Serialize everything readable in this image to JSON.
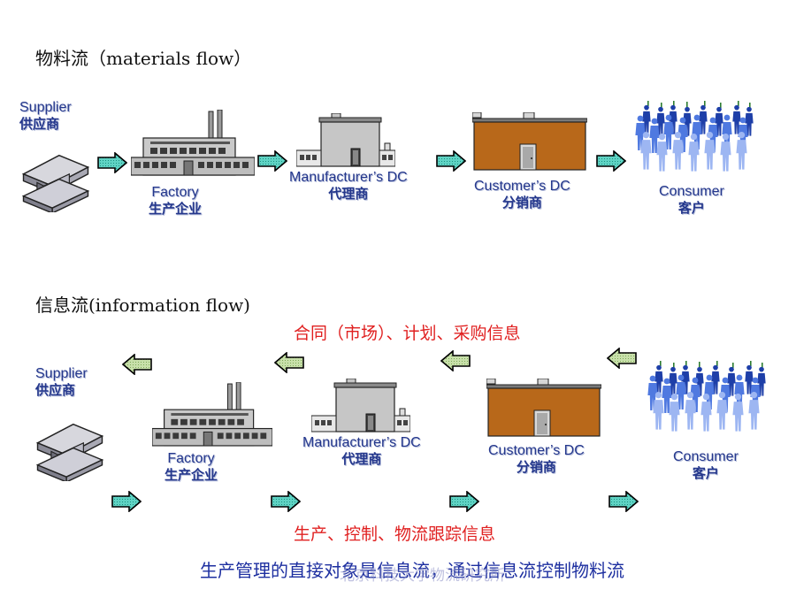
{
  "materials": {
    "heading": "物料流（materials flow）",
    "nodes": [
      {
        "en": "Supplier",
        "zh": "供应商"
      },
      {
        "en": "Factory",
        "zh": "生产企业"
      },
      {
        "en": "Manufacturer’s DC",
        "zh": "代理商"
      },
      {
        "en": "Customer’s DC",
        "zh": "分销商"
      },
      {
        "en": "Consumer",
        "zh": "客户"
      }
    ]
  },
  "information": {
    "heading": "信息流(information flow)",
    "upstream_label": "合同（市场）、计划、采购信息",
    "downstream_label": "生产、控制、物流跟踪信息",
    "nodes": [
      {
        "en": "Supplier",
        "zh": "供应商"
      },
      {
        "en": "Factory",
        "zh": "生产企业"
      },
      {
        "en": "Manufacturer’s DC",
        "zh": "代理商"
      },
      {
        "en": "Customer’s DC",
        "zh": "分销商"
      },
      {
        "en": "Consumer",
        "zh": "客户"
      }
    ]
  },
  "footer": "生产管理的直接对象是信息流，通过信息流控制物料流",
  "watermark": "北京科技大学物流研究所",
  "colors": {
    "label_blue": "#24378c",
    "red_text": "#e02020",
    "footer_blue": "#1d2fa0",
    "forward_arrow": "#5fd3c4",
    "back_arrow": "#b7d49a",
    "warehouse_brown": "#b8681a",
    "building_grey": "#c6c6c6",
    "people_blue": "#3c64d8"
  },
  "icons": [
    "steel-beam-icon",
    "factory-icon",
    "warehouse-grey-icon",
    "warehouse-brown-icon",
    "crowd-icon",
    "right-arrow-icon",
    "left-arrow-icon"
  ]
}
